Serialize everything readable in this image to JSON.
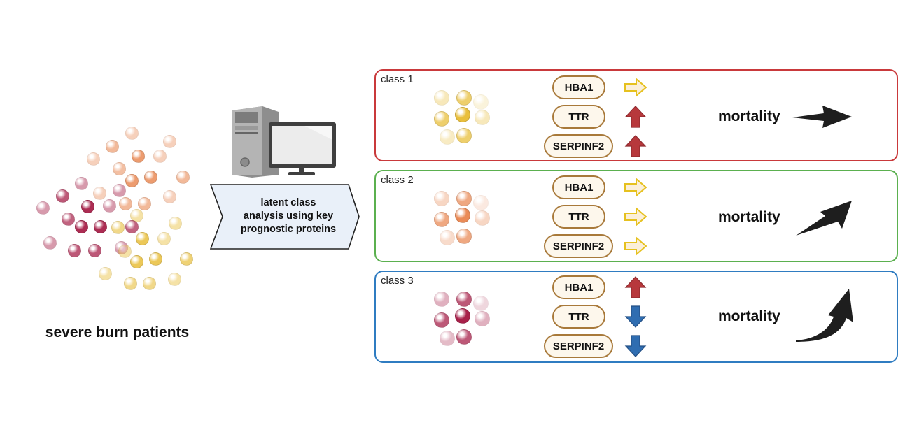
{
  "cohort": {
    "label": "severe burn patients"
  },
  "method": {
    "icon": "computer-icon",
    "label": "latent class analysis using key prognostic proteins",
    "lines": [
      "latent class",
      "analysis using key",
      "prognostic proteins"
    ]
  },
  "colors": {
    "class1_border": "#c9393b",
    "class2_border": "#5bb04f",
    "class3_border": "#2f7cc1",
    "up_arrow": "#b7383c",
    "down_arrow": "#2f6db1",
    "neutral_arrow_stroke": "#e6c11f",
    "neutral_arrow_fill": "#fbefd9",
    "yellow_dot": "#e9bf3c",
    "orange_dot": "#ea8b57",
    "crimson_dot": "#a8214a",
    "pill_border": "#a8793a",
    "pill_fill": "#fdf7ec"
  },
  "classes": [
    {
      "label": "class 1",
      "color_theme": "yellow",
      "proteins": [
        {
          "name": "HBA1",
          "direction": "neutral"
        },
        {
          "name": "TTR",
          "direction": "up"
        },
        {
          "name": "SERPINF2",
          "direction": "up"
        }
      ],
      "outcome_label": "mortality",
      "outcome_trend": "flat"
    },
    {
      "label": "class 2",
      "color_theme": "orange",
      "proteins": [
        {
          "name": "HBA1",
          "direction": "neutral"
        },
        {
          "name": "TTR",
          "direction": "neutral"
        },
        {
          "name": "SERPINF2",
          "direction": "neutral"
        }
      ],
      "outcome_label": "mortality",
      "outcome_trend": "increase"
    },
    {
      "label": "class 3",
      "color_theme": "crimson",
      "proteins": [
        {
          "name": "HBA1",
          "direction": "up"
        },
        {
          "name": "TTR",
          "direction": "down"
        },
        {
          "name": "SERPINF2",
          "direction": "down"
        }
      ],
      "outcome_label": "mortality",
      "outcome_trend": "sharp-increase"
    }
  ]
}
